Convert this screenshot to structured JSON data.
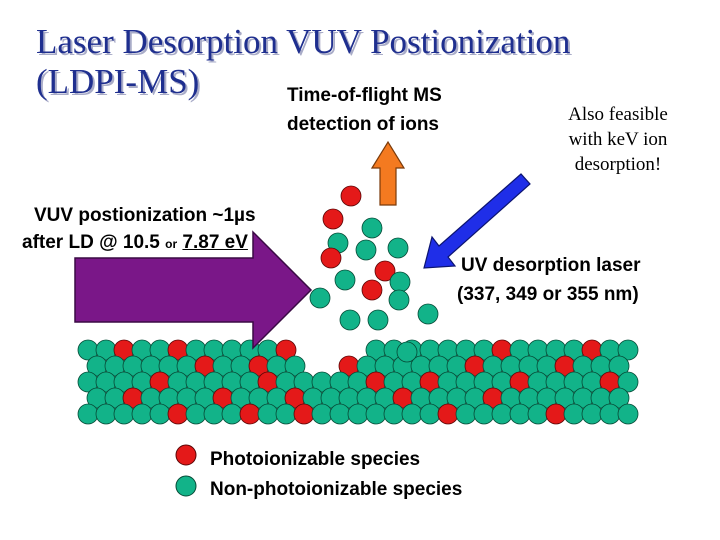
{
  "title": {
    "line1": "Laser Desorption VUV Postionization",
    "line2": "(LDPI-MS)"
  },
  "tof_label": {
    "line1": "Time-of-flight MS",
    "line2": "detection of ions"
  },
  "kev_note": {
    "line1": "Also feasible",
    "line2": "with keV ion",
    "line3": "desorption!"
  },
  "vuv_label": {
    "line1": "VUV postionization ~1µs",
    "line2_pre": "after LD @ 10.5 ",
    "line2_or": "or",
    "line2_space": " ",
    "line2_post": "7.87 eV"
  },
  "uv_label": {
    "line1": "UV desorption laser",
    "line2": "(337, 349 or 355 nm)"
  },
  "legend": {
    "items": [
      {
        "label": "Photoionizable species",
        "color": "#e41919"
      },
      {
        "label": "Non-photoionizable species",
        "color": "#12b389"
      }
    ]
  },
  "colors": {
    "title": "#1f2f8f",
    "photoionizable": "#e41919",
    "non_photoionizable": "#12b389",
    "tof_arrow": "#f47a20",
    "uv_arrow": "#1f2ee8",
    "vuv_arrow": "#7a1788"
  }
}
